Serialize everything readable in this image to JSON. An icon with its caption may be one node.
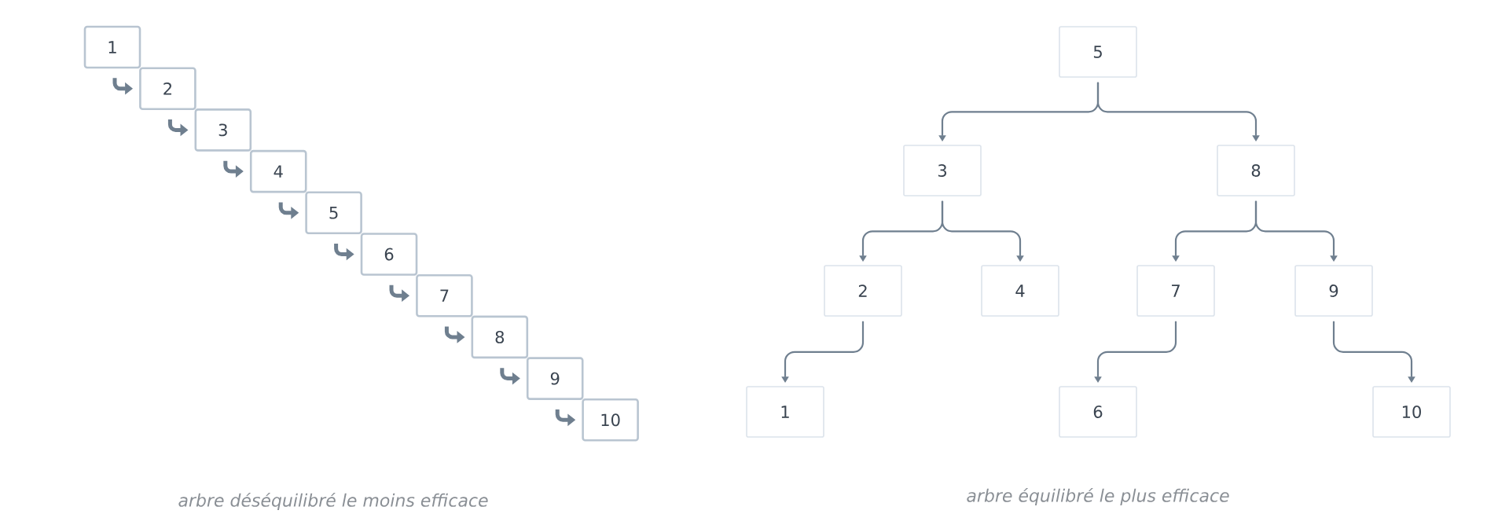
{
  "diagram": {
    "nodes": [
      {
        "text": [
          "1"
        ]
      },
      {
        "text": [
          "2"
        ]
      },
      {
        "text": [
          "3"
        ]
      },
      {
        "text": [
          "4"
        ]
      },
      {
        "text": [
          "5"
        ]
      },
      {
        "text": [
          "6"
        ]
      },
      {
        "text": [
          "7"
        ]
      },
      {
        "text": [
          "8"
        ]
      },
      {
        "text": [
          "9"
        ]
      },
      {
        "text": [
          "10"
        ]
      },
      {
        "text": [
          "5"
        ]
      },
      {
        "text": [
          "3"
        ]
      },
      {
        "text": [
          "8"
        ]
      },
      {
        "text": [
          "2"
        ]
      },
      {
        "text": [
          "4"
        ]
      },
      {
        "text": [
          "7"
        ]
      },
      {
        "text": [
          "9"
        ]
      },
      {
        "text": [
          "1"
        ]
      },
      {
        "text": [
          "6"
        ]
      },
      {
        "text": [
          "10"
        ]
      }
    ],
    "edges": [
      {
        "from": 0,
        "to": 1,
        "arrow": "to"
      },
      {
        "from": 1,
        "to": 2,
        "arrow": "to"
      },
      {
        "from": 2,
        "to": 3,
        "arrow": "to"
      },
      {
        "from": 3,
        "to": 4,
        "arrow": "to"
      },
      {
        "from": 4,
        "to": 5,
        "arrow": "to"
      },
      {
        "from": 5,
        "to": 6,
        "arrow": "to"
      },
      {
        "from": 6,
        "to": 7,
        "arrow": "to"
      },
      {
        "from": 7,
        "to": 8,
        "arrow": "to"
      },
      {
        "from": 8,
        "to": 9,
        "arrow": "to"
      },
      {
        "from": 10,
        "to": 11,
        "arrow": "to"
      },
      {
        "from": 10,
        "to": 12,
        "arrow": "to"
      },
      {
        "from": 11,
        "to": 13,
        "arrow": "to"
      },
      {
        "from": 11,
        "to": 14,
        "arrow": "to"
      },
      {
        "from": 12,
        "to": 15,
        "arrow": "to"
      },
      {
        "from": 12,
        "to": 16,
        "arrow": "to"
      },
      {
        "from": 13,
        "to": 17,
        "arrow": "to"
      },
      {
        "from": 15,
        "to": 18,
        "arrow": "to"
      },
      {
        "from": 16,
        "to": 19,
        "arrow": "to"
      }
    ],
    "labels": [
      "arbre déséquilibré le moins efficace",
      "arbre équilibré le plus efficace"
    ]
  }
}
